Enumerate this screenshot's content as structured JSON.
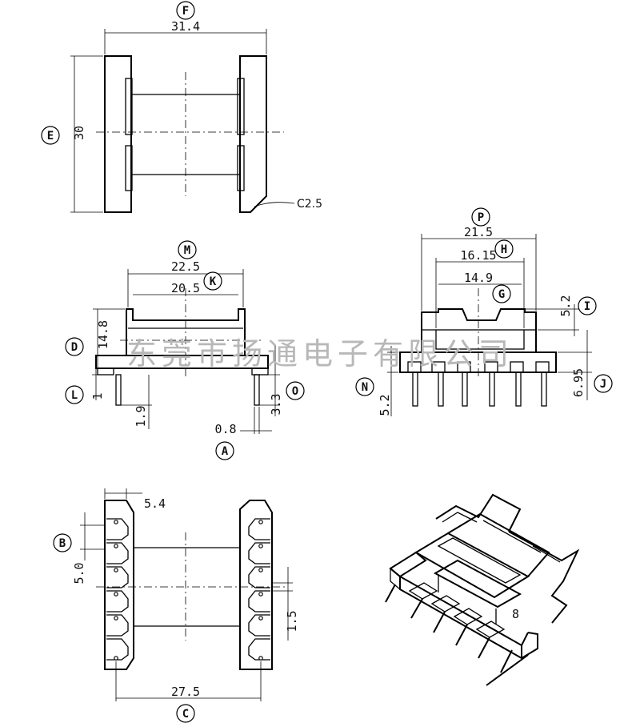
{
  "dimensions": {
    "F": "31.4",
    "E": "30",
    "C2_5": "C2.5",
    "M": "22.5",
    "K": "20.5",
    "D": "14.8",
    "L": "1",
    "bottom_left": "1.9",
    "O": "3.3",
    "A": "0.8",
    "P": "21.5",
    "H": "16.15",
    "G": "14.9",
    "I": "5.2",
    "J": "6.95",
    "N": "5.2",
    "top_54": "5.4",
    "B": "5.0",
    "right_15": "1.5",
    "C": "27.5"
  },
  "callouts": [
    "F",
    "E",
    "M",
    "K",
    "D",
    "L",
    "O",
    "A",
    "P",
    "H",
    "G",
    "I",
    "J",
    "N",
    "B",
    "C"
  ],
  "watermark": "东莞市扬通电子有限公司",
  "part_mark": "8"
}
